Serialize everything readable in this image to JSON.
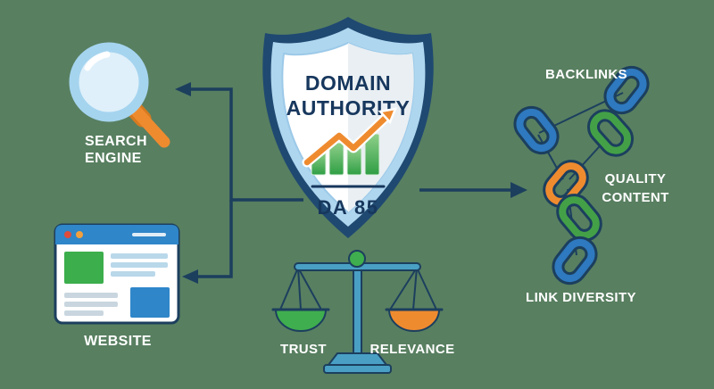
{
  "title": "Domain Authority concept diagram",
  "colors": {
    "background": "#587f60",
    "navy": "#1c3f5e",
    "shield_border": "#1f4971",
    "shield_band": "#aed6ef",
    "green": "#3fae4e",
    "orange": "#ef8b2f",
    "blue": "#2e79bf",
    "teal": "#49a0c4",
    "label_text": "#ffffff"
  },
  "shield": {
    "icon": "shield-icon",
    "title_line1": "DOMAIN",
    "title_line2": "AUTHORITY",
    "chart_icon": "growth-chart-icon",
    "score": "DA 85"
  },
  "nodes": {
    "search_engine": {
      "icon": "magnifier-icon",
      "label": [
        "SEARCH",
        "ENGINE"
      ]
    },
    "website": {
      "icon": "browser-window-icon",
      "label": "WEBSITE"
    },
    "backlinks": {
      "icon": "chain-links-icon",
      "label": "BACKLINKS"
    },
    "quality_content": {
      "label": [
        "QUALITY",
        "CONTENT"
      ]
    },
    "link_diversity": {
      "label": "LINK DIVERSITY"
    },
    "balance": {
      "icon": "balance-scale-icon"
    },
    "trust": {
      "icon": "green-pan-icon",
      "label": "TRUST"
    },
    "relevance": {
      "icon": "orange-pan-icon",
      "label": "RELEVANCE"
    }
  },
  "connections": [
    {
      "from": "domain-authority-shield",
      "to": "search-engine"
    },
    {
      "from": "domain-authority-shield",
      "to": "website"
    },
    {
      "from": "domain-authority-shield",
      "to": "backlinks"
    }
  ]
}
